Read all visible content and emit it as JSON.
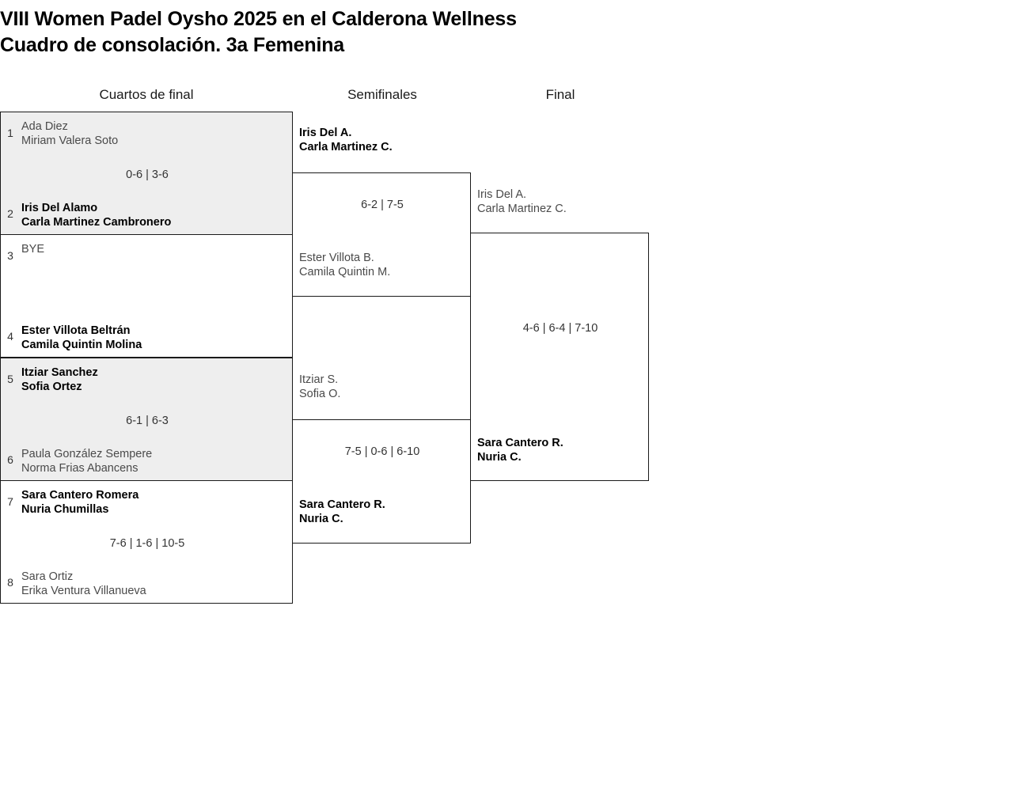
{
  "title": "VIII Women Padel Oysho 2025 en el Calderona Wellness\nCuadro de consolación. 3a Femenina",
  "rounds": {
    "r1_label": "Cuartos de final",
    "r2_label": "Semifinales",
    "r3_label": "Final"
  },
  "colors": {
    "shaded_row": "#eeeeee",
    "border": "#1a1a1a",
    "winner_text": "#000000",
    "loser_text": "#4a4a4a"
  },
  "bracket": {
    "quarterfinals": [
      {
        "shaded": true,
        "score": "0-6 | 3-6",
        "top": {
          "seed": "1",
          "line1": "Ada Diez",
          "line2": "Miriam Valera Soto",
          "result": "loser"
        },
        "bottom": {
          "seed": "2",
          "line1": "Iris Del Alamo",
          "line2": "Carla Martinez Cambronero",
          "result": "winner"
        }
      },
      {
        "shaded": false,
        "score": "",
        "top": {
          "seed": "3",
          "line1": "BYE",
          "line2": "",
          "result": "bye"
        },
        "bottom": {
          "seed": "4",
          "line1": "Ester Villota Beltrán",
          "line2": "Camila Quintin Molina",
          "result": "winner"
        }
      },
      {
        "shaded": true,
        "score": "6-1 | 6-3",
        "top": {
          "seed": "5",
          "line1": "Itziar Sanchez",
          "line2": "Sofia Ortez",
          "result": "winner"
        },
        "bottom": {
          "seed": "6",
          "line1": "Paula González Sempere",
          "line2": "Norma Frias Abancens",
          "result": "loser"
        }
      },
      {
        "shaded": false,
        "score": "7-6 | 1-6 | 10-5",
        "top": {
          "seed": "7",
          "line1": "Sara Cantero Romera",
          "line2": "Nuria Chumillas",
          "result": "winner"
        },
        "bottom": {
          "seed": "8",
          "line1": "Sara Ortiz",
          "line2": "Erika Ventura Villanueva",
          "result": "loser"
        }
      }
    ],
    "semifinals": [
      {
        "score": "6-2 | 7-5",
        "top": {
          "line1": "Iris Del A.",
          "line2": "Carla Martinez C.",
          "result": "winner"
        },
        "bottom": {
          "line1": "Ester Villota B.",
          "line2": "Camila Quintin M.",
          "result": "loser"
        }
      },
      {
        "score": "7-5 | 0-6 | 6-10",
        "top": {
          "line1": "Itziar S.",
          "line2": "Sofia O.",
          "result": "loser"
        },
        "bottom": {
          "line1": "Sara Cantero R.",
          "line2": "Nuria C.",
          "result": "winner"
        }
      }
    ],
    "final": {
      "score": "4-6 | 6-4 | 7-10",
      "top": {
        "line1": "Iris Del A.",
        "line2": "Carla Martinez C.",
        "result": "loser"
      },
      "bottom": {
        "line1": "Sara Cantero R.",
        "line2": "Nuria C.",
        "result": "winner"
      }
    }
  }
}
